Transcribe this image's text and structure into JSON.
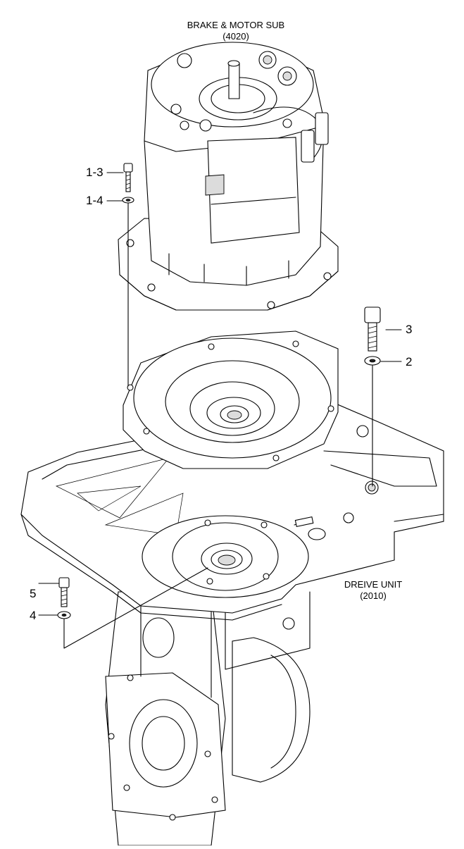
{
  "labels": {
    "brake_motor_title": "BRAKE & MOTOR SUB",
    "brake_motor_code": "(4020)",
    "drive_unit_title": "DREIVE UNIT",
    "drive_unit_code": "(2010)"
  },
  "callouts": {
    "c_1_3": "1-3",
    "c_1_4": "1-4",
    "c_3": "3",
    "c_2": "2",
    "c_5": "5",
    "c_4": "4"
  }
}
